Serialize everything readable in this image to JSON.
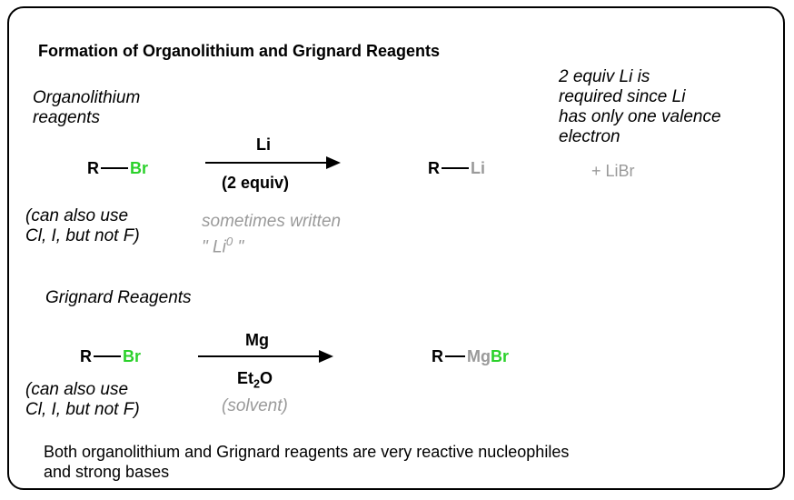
{
  "title": "Formation of Organolithium and Grignard Reagents",
  "organolithium": {
    "heading_line1": "Organolithium",
    "heading_line2": "reagents",
    "reactant": {
      "r": "R",
      "halogen": "Br"
    },
    "reagent_above": "Li",
    "reagent_below": "(2 equiv)",
    "product": {
      "r": "R",
      "metal": "Li"
    },
    "byproduct": "+ LiBr",
    "note_line1": "2 equiv Li is",
    "note_line2": "required since Li",
    "note_line3": "has only one valence",
    "note_line4": "electron",
    "alt_line1": "(can also use",
    "alt_line2": "Cl, I, but not F)",
    "written_line1": "sometimes written",
    "written_line2_prefix": "\" Li",
    "written_line2_sup": "0",
    "written_line2_suffix": " \""
  },
  "grignard": {
    "heading": "Grignard Reagents",
    "reactant": {
      "r": "R",
      "halogen": "Br"
    },
    "reagent_above": "Mg",
    "solvent_base": "Et",
    "solvent_sub": "2",
    "solvent_tail": "O",
    "solvent_note": "(solvent)",
    "product": {
      "r": "R",
      "metal": "Mg",
      "halogen": "Br"
    },
    "alt_line1": "(can also use",
    "alt_line2": "Cl, I, but not F)"
  },
  "footer_line1": "Both organolithium and Grignard reagents are very reactive nucleophiles",
  "footer_line2": "and strong bases",
  "colors": {
    "halogen": "#2bd12b",
    "metal": "#9a9a9a",
    "note": "#9a9a9a"
  }
}
